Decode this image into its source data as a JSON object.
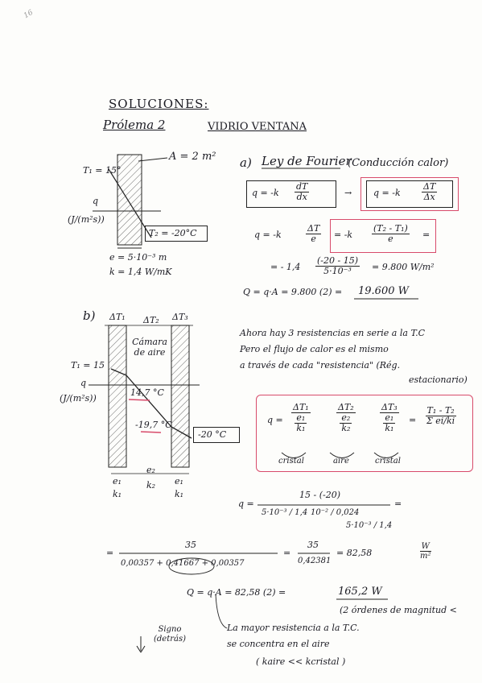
{
  "corner_mark": "16",
  "header": {
    "title": "SOLUCIONES:",
    "problem": "Prólema 2",
    "subject": "VIDRIO VENTANA"
  },
  "part_a": {
    "label": "a)",
    "law": "Ley de Fourier",
    "law_note": "(Conducción calor)",
    "diagram": {
      "area": "A = 2 m²",
      "t1": "T₁ = 15°",
      "q": "q",
      "q_units": "(J/(m²s))",
      "t2": "T₂ = -20°C",
      "e": "e = 5·10⁻³ m",
      "k": "k = 1,4 W/mK"
    },
    "eq1_left": "q = -k",
    "eq1_num": "dT",
    "eq1_den": "dx",
    "eq1_arrow": "→",
    "eq1_right": "q = -k",
    "eq1_right_num": "ΔT",
    "eq1_right_den": "Δx",
    "eq2_left": "q = -k",
    "eq2_num": "ΔT",
    "eq2_den": "e",
    "eq2_mid": "= -k",
    "eq2_mid_num": "(T₂ - T₁)",
    "eq2_mid_den": "e",
    "eq2_end": "=",
    "eq3_left": "= - 1,4",
    "eq3_num": "(-20 - 15)",
    "eq3_den": "5·10⁻³",
    "eq3_result": "= 9.800 W/m²",
    "eq4": "Q = q·A = 9.800 (2) =",
    "eq4_result": "19.600 W"
  },
  "part_b": {
    "label": "b)",
    "delta1": "ΔT₁",
    "delta2": "ΔT₂",
    "delta3": "ΔT₃",
    "air_label": "Cámara de aire",
    "t1": "T₁ = 15",
    "q": "q",
    "q_units": "(J/(m²s))",
    "temp_mid1": "14,7 °C",
    "temp_mid2": "-19,7 °C",
    "t2": "-20 °C",
    "e1_left": "e₁",
    "k1_left": "k₁",
    "e2": "e₂",
    "k2": "k₂",
    "e1_right": "e₁",
    "k1_right": "k₁",
    "text_line1": "Ahora hay 3 resistencias en serie a la T.C",
    "text_line2": "Pero el flujo de calor es el mismo",
    "text_line3": "a través de cada \"resistencia\" (Rég.",
    "text_line4": "estacionario)",
    "box": {
      "q": "q =",
      "n1": "ΔT₁",
      "d1a": "e₁",
      "d1b": "k₁",
      "n2": "ΔT₂",
      "d2a": "e₂",
      "d2b": "k₂",
      "n3": "ΔT₃",
      "d3a": "e₁",
      "d3b": "k₁",
      "eq": "=",
      "rn": "T₁ - T₂",
      "rd": "Σ ei/ki",
      "u1": "cristal",
      "u2": "aire",
      "u3": "cristal"
    },
    "calc_q": "q =",
    "calc_num": "15 - (-20)",
    "calc_d1": "5·10⁻³ / 1,4",
    "calc_d2": "10⁻² / 0,024",
    "calc_d3": "5·10⁻³ / 1,4",
    "calc_end": "=",
    "line2_eq": "=",
    "line2_num": "35",
    "line2_den": "0,00357 + 0,41667 + 0,00357",
    "line2_mid": "=",
    "line2_num2": "35",
    "line2_den2": "0,42381",
    "line2_res": "= 82,58",
    "line2_units_num": "W",
    "line2_units_den": "m²",
    "q_line": "Q = q·A = 82,58 (2) =",
    "q_result": "165,2 W",
    "note1": "(2 órdenes de magnitud <",
    "note2": "La mayor resistencia a la T.C.",
    "note3": "se concentra en el aire",
    "note4": "( kaire << kcristal )",
    "sign_note": "Signo (detrás)"
  }
}
